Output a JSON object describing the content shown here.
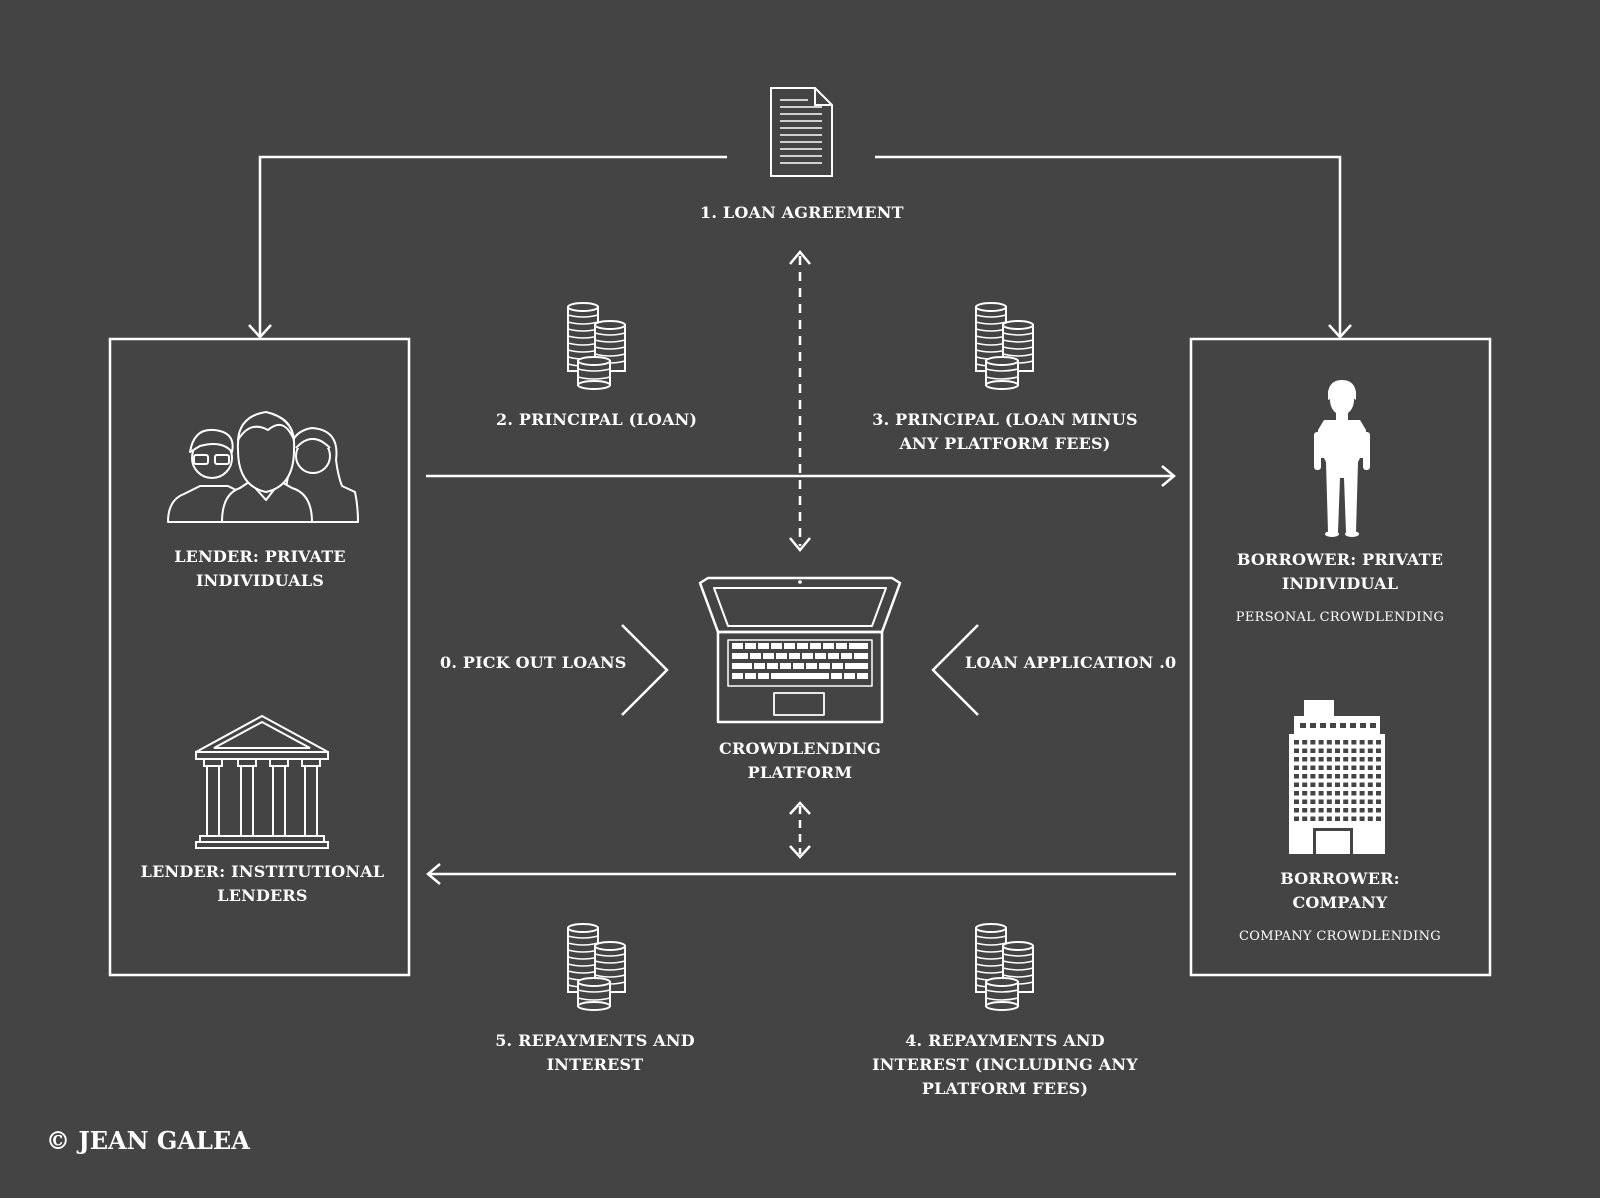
{
  "colors": {
    "background": "#444444",
    "foreground": "#ffffff"
  },
  "labels": {
    "loan_agreement": "1. LOAN AGREEMENT",
    "principal_loan": "2. PRINCIPAL (LOAN)",
    "principal_minus_fees_l1": "3. PRINCIPAL (LOAN MINUS",
    "principal_minus_fees_l2": "ANY PLATFORM FEES)",
    "lender_private_l1": "LENDER: PRIVATE",
    "lender_private_l2": "INDIVIDUALS",
    "lender_institutional_l1": "LENDER: INSTITUTIONAL",
    "lender_institutional_l2": "LENDERS",
    "pick_out_loans": "0. PICK OUT LOANS",
    "loan_application": "LOAN APPLICATION .0",
    "platform_l1": "CROWDLENDING",
    "platform_l2": "PLATFORM",
    "borrower_private_l1": "BORROWER: PRIVATE",
    "borrower_private_l2": "INDIVIDUAL",
    "personal_crowdlending": "PERSONAL CROWDLENDING",
    "borrower_company_l1": "BORROWER:",
    "borrower_company_l2": "COMPANY",
    "company_crowdlending": "COMPANY CROWDLENDING",
    "repayments_l1": "5. REPAYMENTS AND",
    "repayments_l2": "INTEREST",
    "repayments_fees_l1": "4. REPAYMENTS AND",
    "repayments_fees_l2": "INTEREST (INCLUDING ANY",
    "repayments_fees_l3": "PLATFORM FEES)",
    "copyright": "© JEAN GALEA"
  },
  "icons": {
    "document": "document-icon",
    "coins": "coin-stack-icon",
    "people": "people-group-icon",
    "bank": "bank-building-icon",
    "laptop": "laptop-icon",
    "person": "person-icon",
    "office": "office-building-icon"
  }
}
